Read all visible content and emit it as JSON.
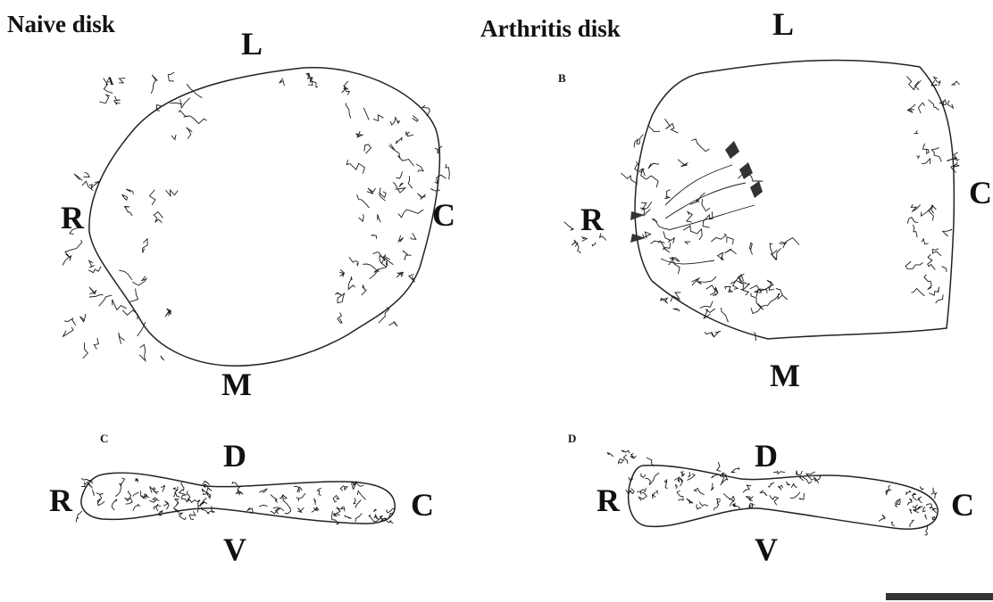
{
  "naive_title": "Naive disk",
  "arthritis_title": "Arthritis disk",
  "panels": {
    "a": "A",
    "b": "B",
    "c": "C",
    "d": "D"
  },
  "orientation": {
    "a": {
      "top": "L",
      "left": "R",
      "right": "C",
      "bottom": "M"
    },
    "b": {
      "top": "L",
      "left": "R",
      "right": "C",
      "bottom": "M"
    },
    "c": {
      "top": "D",
      "left": "R",
      "right": "C",
      "bottom": "V"
    },
    "d": {
      "top": "D",
      "left": "R",
      "right": "C",
      "bottom": "V"
    }
  },
  "colors": {
    "outline": "#222222",
    "fiber": "#1a1a1a",
    "scale_bar": "#333333"
  }
}
